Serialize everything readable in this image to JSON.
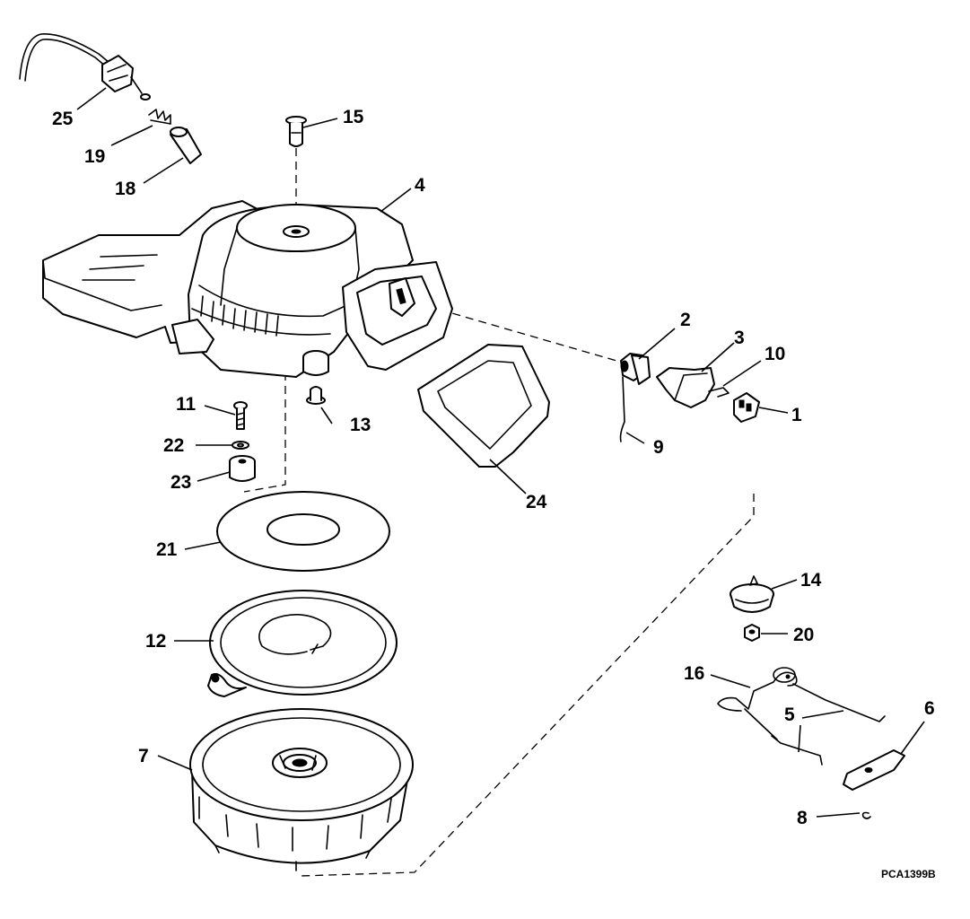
{
  "callouts": {
    "c1": "1",
    "c2": "2",
    "c3": "3",
    "c4": "4",
    "c5": "5",
    "c6": "6",
    "c7": "7",
    "c8": "8",
    "c9": "9",
    "c10": "10",
    "c11": "11",
    "c12": "12",
    "c13": "13",
    "c14": "14",
    "c15": "15",
    "c16": "16",
    "c18": "18",
    "c19": "19",
    "c20": "20",
    "c21": "21",
    "c22": "22",
    "c23": "23",
    "c24": "24",
    "c25": "25"
  },
  "drawing_code": "PCA1399B"
}
